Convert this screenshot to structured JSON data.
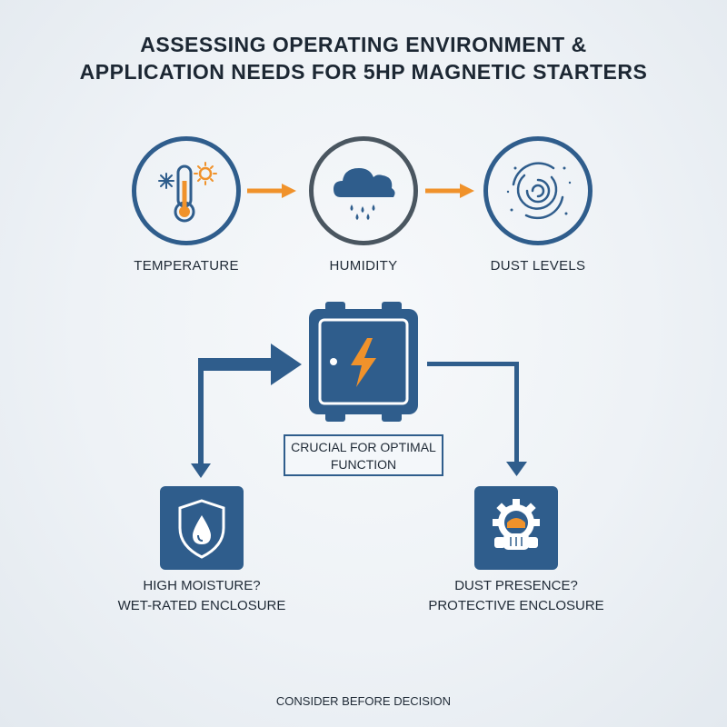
{
  "title": {
    "line1": "ASSESSING OPERATING ENVIRONMENT &",
    "line2": "APPLICATION NEEDS FOR 5HP MAGNETIC STARTERS"
  },
  "factors": [
    {
      "label": "TEMPERATURE",
      "icon": "thermometer-snowflake-sun-icon"
    },
    {
      "label": "HUMIDITY",
      "icon": "rain-cloud-icon"
    },
    {
      "label": "DUST LEVELS",
      "icon": "dust-swirl-icon"
    }
  ],
  "center": {
    "icon": "electrical-enclosure-icon",
    "caption_line1": "CRUCIAL FOR OPTIMAL",
    "caption_line2": "FUNCTION"
  },
  "outcomes": [
    {
      "icon": "shield-water-drop-icon",
      "line1": "HIGH MOISTURE?",
      "line2": "WET-RATED ENCLOSURE"
    },
    {
      "icon": "gear-respirator-icon",
      "line1": "DUST PRESENCE?",
      "line2": "PROTECTIVE ENCLOSURE"
    }
  ],
  "footer": "CONSIDER BEFORE DECISION",
  "colors": {
    "primary_blue": "#2f5d8c",
    "accent_orange": "#f0922b",
    "dark_gray": "#4a5660"
  }
}
